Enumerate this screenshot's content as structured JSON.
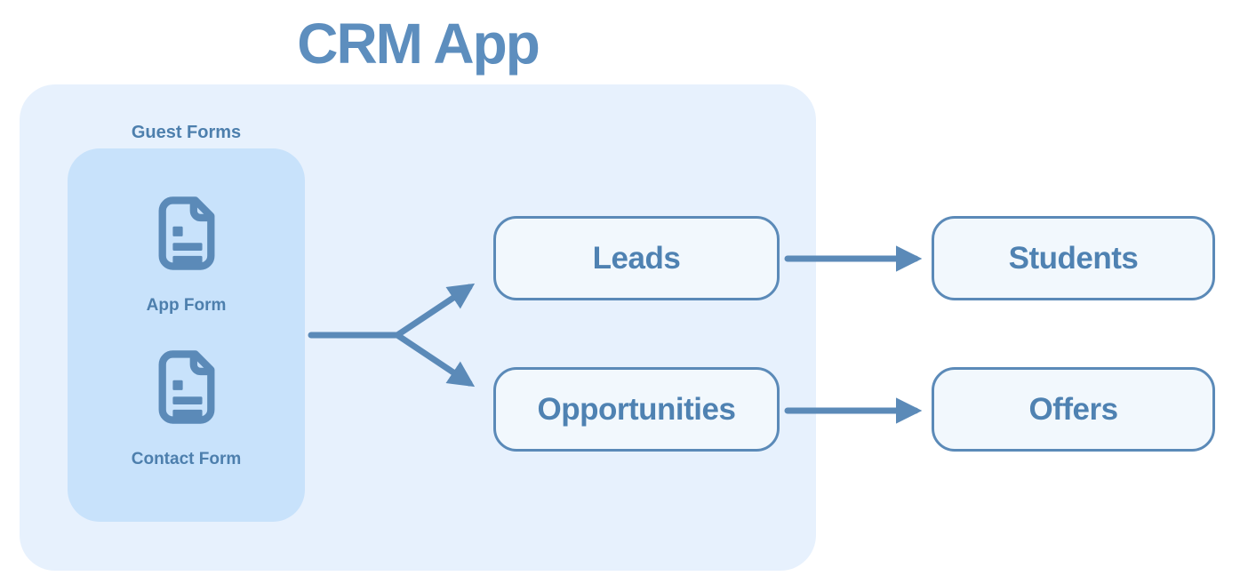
{
  "title": "CRM App",
  "colors": {
    "accent": "#5b8ab8",
    "title_color": "#5d8ebe",
    "node_text": "#4f82b2",
    "label_text": "#4d7fad",
    "container_bg": "#e7f1fd",
    "inner_bg": "#c8e2fb",
    "node_bg": "#f2f8fd"
  },
  "container": {
    "guest_forms": {
      "label": "Guest Forms",
      "items": [
        {
          "label": "App Form",
          "icon": "document-icon"
        },
        {
          "label": "Contact Form",
          "icon": "document-icon"
        }
      ]
    },
    "nodes": {
      "leads": {
        "label": "Leads"
      },
      "opportunities": {
        "label": "Opportunities"
      }
    }
  },
  "external_nodes": {
    "students": {
      "label": "Students"
    },
    "offers": {
      "label": "Offers"
    }
  },
  "edges": [
    {
      "from": "guest-forms",
      "to": "leads"
    },
    {
      "from": "guest-forms",
      "to": "opportunities"
    },
    {
      "from": "leads",
      "to": "students"
    },
    {
      "from": "opportunities",
      "to": "offers"
    }
  ]
}
